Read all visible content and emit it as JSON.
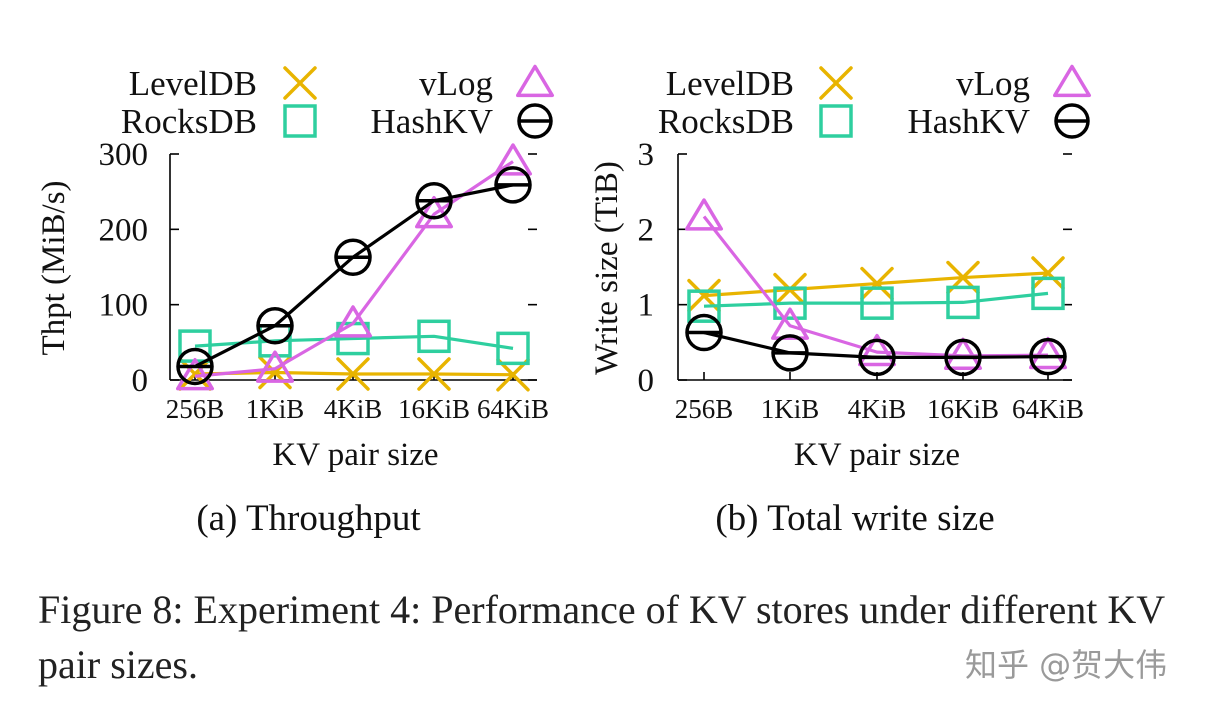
{
  "chart_data": [
    {
      "type": "line",
      "subtitle": "(a) Throughput",
      "xlabel": "KV pair size",
      "ylabel": "Thpt (MiB/s)",
      "categories": [
        "256B",
        "1KiB",
        "4KiB",
        "16KiB",
        "64KiB"
      ],
      "ylim": [
        0,
        300
      ],
      "yticks": [
        "0",
        "100",
        "200",
        "300"
      ],
      "grid": false,
      "legend_position": "top",
      "series": [
        {
          "name": "LevelDB",
          "marker": "x",
          "color": "#e8b400",
          "values": [
            8,
            10,
            8,
            8,
            7
          ]
        },
        {
          "name": "RocksDB",
          "marker": "square",
          "color": "#2ecf9f",
          "values": [
            45,
            52,
            55,
            58,
            42
          ]
        },
        {
          "name": "vLog",
          "marker": "triangle",
          "color": "#d966e3",
          "values": [
            5,
            15,
            75,
            220,
            290
          ]
        },
        {
          "name": "HashKV",
          "marker": "circle",
          "color": "#000000",
          "values": [
            18,
            72,
            163,
            238,
            259
          ]
        }
      ]
    },
    {
      "type": "line",
      "subtitle": "(b) Total write size",
      "xlabel": "KV pair size",
      "ylabel": "Write size (TiB)",
      "categories": [
        "256B",
        "1KiB",
        "4KiB",
        "16KiB",
        "64KiB"
      ],
      "ylim": [
        0,
        3
      ],
      "yticks": [
        "0",
        "1",
        "2",
        "3"
      ],
      "grid": false,
      "legend_position": "top",
      "series": [
        {
          "name": "LevelDB",
          "marker": "x",
          "color": "#e8b400",
          "values": [
            1.12,
            1.2,
            1.28,
            1.36,
            1.42
          ]
        },
        {
          "name": "RocksDB",
          "marker": "square",
          "color": "#2ecf9f",
          "values": [
            0.98,
            1.02,
            1.02,
            1.03,
            1.15
          ]
        },
        {
          "name": "vLog",
          "marker": "triangle",
          "color": "#d966e3",
          "values": [
            2.17,
            0.72,
            0.37,
            0.32,
            0.33
          ]
        },
        {
          "name": "HashKV",
          "marker": "circle",
          "color": "#000000",
          "values": [
            0.63,
            0.36,
            0.3,
            0.3,
            0.31
          ]
        }
      ]
    }
  ],
  "caption": "Figure 8: Experiment 4: Performance of KV stores under different KV pair sizes.",
  "watermark": "知乎 @贺大伟"
}
